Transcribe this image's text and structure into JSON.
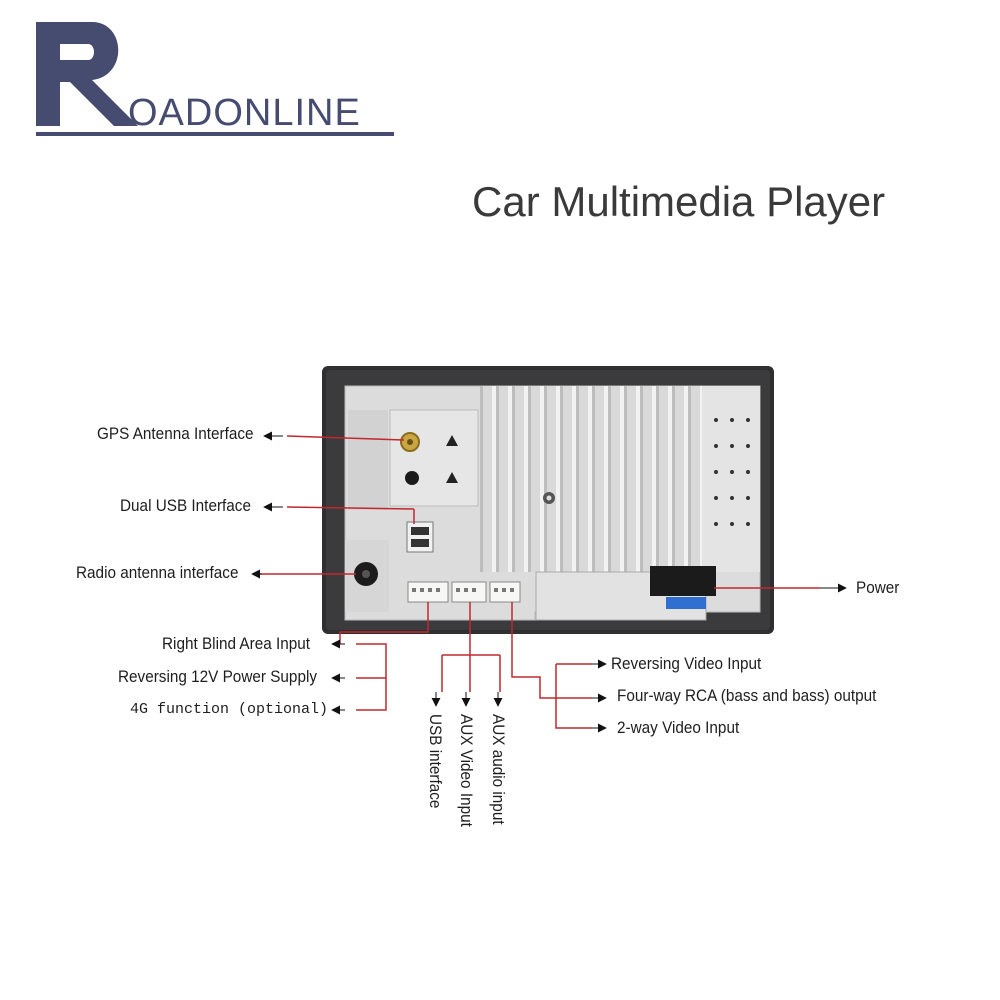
{
  "brand": {
    "logo_text": "OADONLINE",
    "logo_letter": "R"
  },
  "title": "Car Multimedia Player",
  "labels": {
    "gps": "GPS Antenna Interface",
    "usb_dual": "Dual USB Interface",
    "radio": "Radio antenna interface",
    "power": "Power",
    "right_blind": "Right Blind Area Input",
    "reversing_12v": "Reversing 12V Power Supply",
    "g4": "4G function (optional)",
    "reversing_video": "Reversing Video Input",
    "rca": "Four-way RCA (bass and bass) output",
    "video2": "2-way Video Input",
    "usb_iface": "USB interface",
    "aux_video": "AUX Video Input",
    "aux_audio": "AUX audio input"
  },
  "colors": {
    "logo": "#464c70",
    "leader": "#c0282e",
    "arrow": "#111111"
  }
}
